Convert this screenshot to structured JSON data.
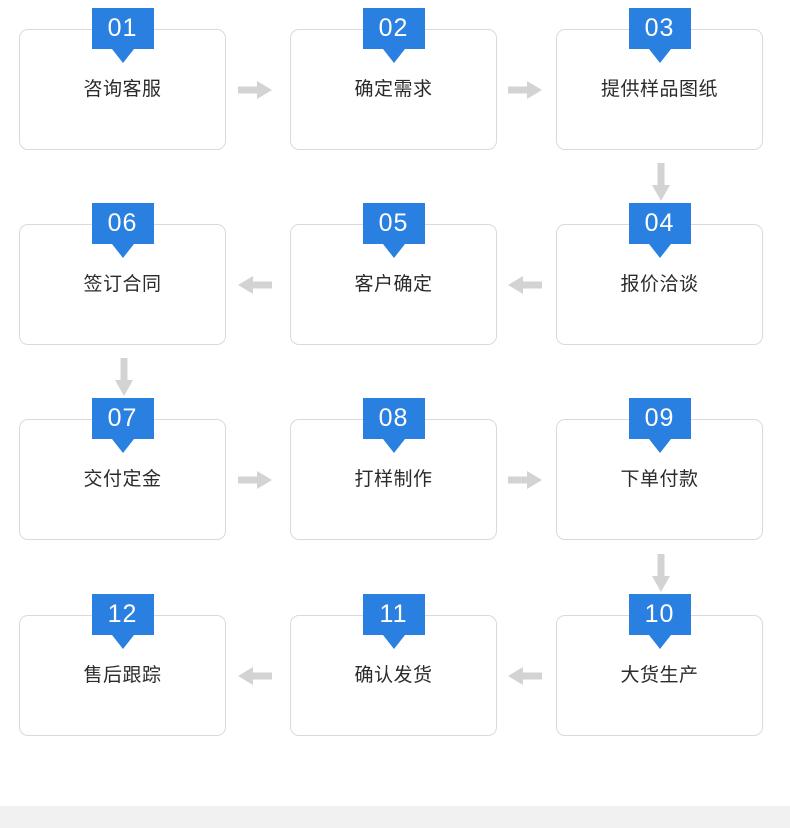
{
  "theme": {
    "badge_blue": "#2980e0",
    "badge_text": "#ffffff",
    "box_border": "#dadada",
    "box_fill": "#ffffff",
    "label_text": "#2b2b2b",
    "arrow_gray": "#d3d3d3",
    "page_background": "#ffffff",
    "bottom_band": "#f1f1f1"
  },
  "flow": {
    "rows": [
      {
        "direction": "right",
        "nodes": [
          {
            "number": "01",
            "label": "咨询客服"
          },
          {
            "number": "02",
            "label": "确定需求"
          },
          {
            "number": "03",
            "label": "提供样品图纸"
          }
        ]
      },
      {
        "direction": "left",
        "nodes": [
          {
            "number": "06",
            "label": "签订合同"
          },
          {
            "number": "05",
            "label": "客户确定"
          },
          {
            "number": "04",
            "label": "报价洽谈"
          }
        ]
      },
      {
        "direction": "right",
        "nodes": [
          {
            "number": "07",
            "label": "交付定金"
          },
          {
            "number": "08",
            "label": "打样制作"
          },
          {
            "number": "09",
            "label": "下单付款"
          }
        ]
      },
      {
        "direction": "left",
        "nodes": [
          {
            "number": "12",
            "label": "售后跟踪"
          },
          {
            "number": "11",
            "label": "确认发货"
          },
          {
            "number": "10",
            "label": "大货生产"
          }
        ]
      }
    ],
    "vertical_connectors": [
      {
        "from": "03",
        "to": "04",
        "column": "right",
        "direction": "down"
      },
      {
        "from": "06",
        "to": "07",
        "column": "left",
        "direction": "down"
      },
      {
        "from": "09",
        "to": "10",
        "column": "right",
        "direction": "down"
      }
    ]
  }
}
